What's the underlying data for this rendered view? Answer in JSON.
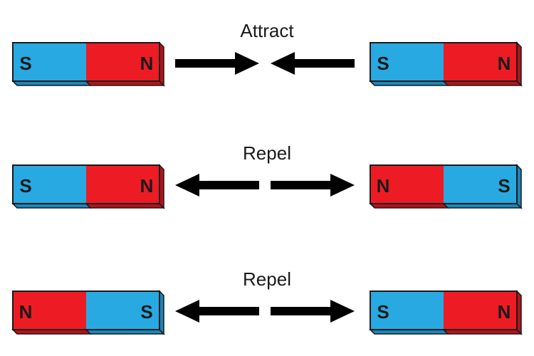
{
  "colors": {
    "north": "#ED1C24",
    "south": "#29A9E1",
    "north_dark": "#B5121B",
    "south_dark": "#1C85B8",
    "outline": "#1a1a1a",
    "arrow": "#000000"
  },
  "rows": [
    {
      "label": "Attract",
      "arrow_direction": "inward",
      "left_magnet": {
        "poles": [
          "S",
          "N"
        ]
      },
      "right_magnet": {
        "poles": [
          "S",
          "N"
        ]
      }
    },
    {
      "label": "Repel",
      "arrow_direction": "outward",
      "left_magnet": {
        "poles": [
          "S",
          "N"
        ]
      },
      "right_magnet": {
        "poles": [
          "N",
          "S"
        ]
      }
    },
    {
      "label": "Repel",
      "arrow_direction": "outward",
      "left_magnet": {
        "poles": [
          "N",
          "S"
        ]
      },
      "right_magnet": {
        "poles": [
          "S",
          "N"
        ]
      }
    }
  ]
}
